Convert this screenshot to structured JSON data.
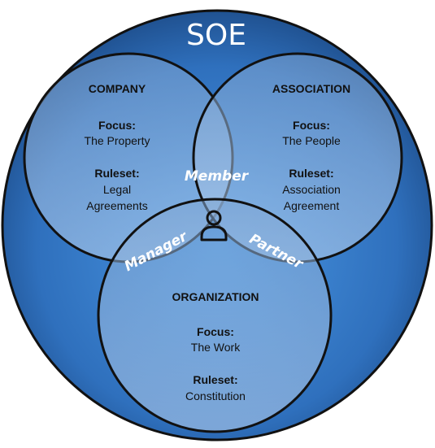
{
  "title": "SOE",
  "company": {
    "name": "COMPANY",
    "focus_label": "Focus:",
    "focus_value": "The Property",
    "ruleset_label": "Ruleset:",
    "ruleset_line1": "Legal",
    "ruleset_line2": "Agreements"
  },
  "association": {
    "name": "ASSOCIATION",
    "focus_label": "Focus:",
    "focus_value": "The People",
    "ruleset_label": "Ruleset:",
    "ruleset_line1": "Association",
    "ruleset_line2": "Agreement"
  },
  "organization": {
    "name": "ORGANIZATION",
    "focus_label": "Focus:",
    "focus_value": "The Work",
    "ruleset_label": "Ruleset:",
    "ruleset_line1": "Constitution"
  },
  "overlaps": {
    "company_association": "Member",
    "company_organization": "Manager",
    "association_organization": "Partner"
  },
  "center_icon": "person-icon",
  "colors": {
    "outer_dark": "#1d4f8a",
    "outer_light": "#3a86d6",
    "circle_fill": "#a9c4e4",
    "stroke": "#111111",
    "text_white": "#ffffff"
  }
}
